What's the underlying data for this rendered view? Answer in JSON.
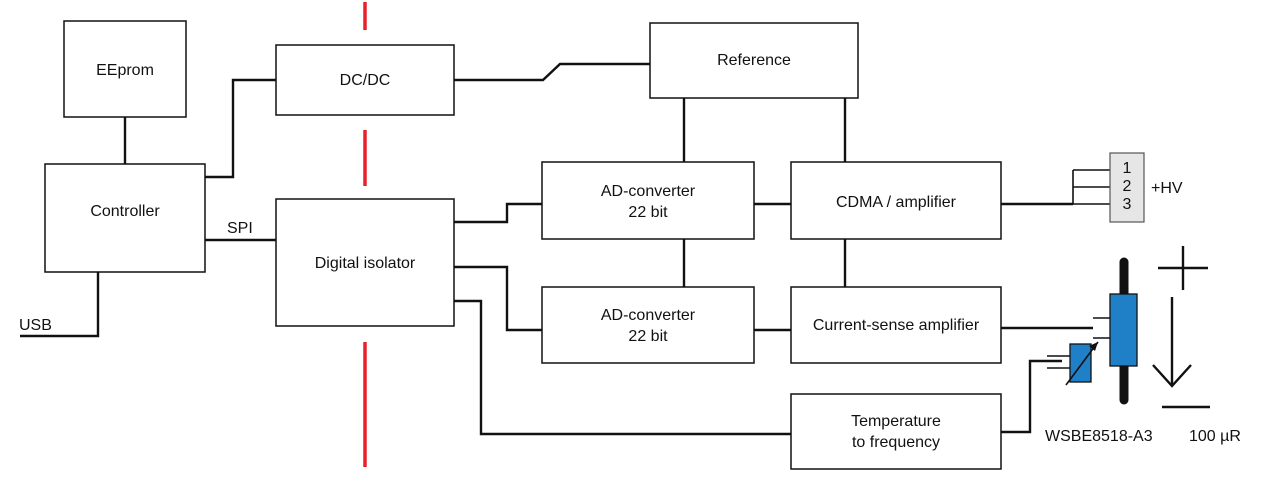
{
  "blocks": {
    "eeprom": "EEprom",
    "controller": "Controller",
    "dcdc": "DC/DC",
    "digital_isolator": "Digital isolator",
    "reference": "Reference",
    "adc_top": [
      "AD-converter",
      "22 bit"
    ],
    "adc_bottom": [
      "AD-converter",
      "22 bit"
    ],
    "cdma": "CDMA / amplifier",
    "current_sense": "Current-sense amplifier",
    "temperature": [
      "Temperature",
      "to frequency"
    ]
  },
  "labels": {
    "usb": "USB",
    "spi": "SPI",
    "hv": "+HV",
    "sensor_model": "WSBE8518-A3",
    "resolution": "100 µR"
  },
  "connector": {
    "pins": [
      "1",
      "2",
      "3"
    ]
  },
  "colors": {
    "barrier": "#e8202a",
    "sensor": "#1f7fc7",
    "connector": "#e6e6e6"
  },
  "icons": {
    "plus": "plus-sign-icon",
    "minus": "minus-sign-icon",
    "arrow": "down-arrow-icon"
  }
}
